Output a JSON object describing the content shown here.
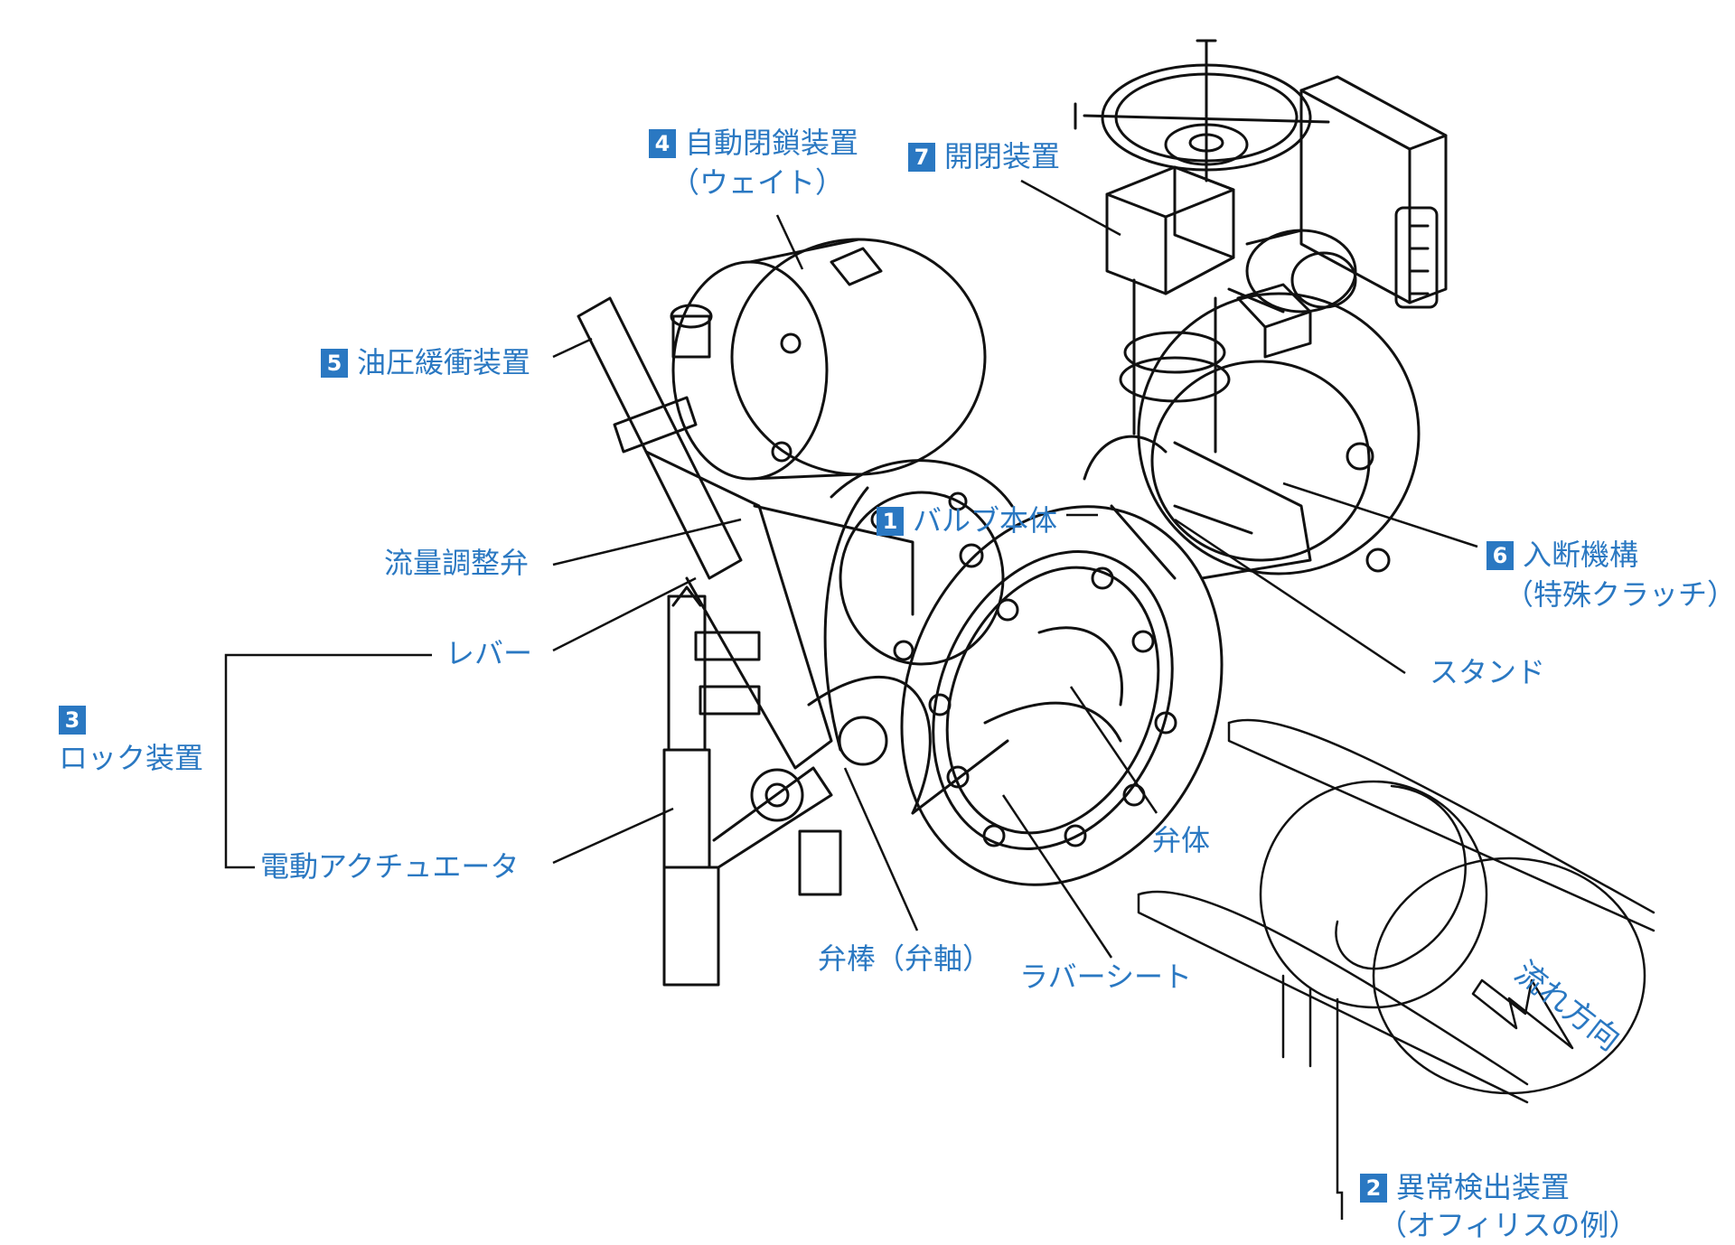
{
  "colors": {
    "label": "#2a78c2",
    "line": "#111111",
    "background": "#ffffff"
  },
  "labels": {
    "auto_close": {
      "num": "4",
      "text": "自動閉鎖装置",
      "sub": "（ウェイト）"
    },
    "open_close": {
      "num": "7",
      "text": "開閉装置"
    },
    "hydraulic": {
      "num": "5",
      "text": "油圧緩衝装置"
    },
    "valve_body": {
      "num": "1",
      "text": "バルブ本体"
    },
    "flow_valve": {
      "text": "流量調整弁"
    },
    "cutoff": {
      "num": "6",
      "text": "入断機構",
      "sub": "（特殊クラッチ）"
    },
    "lever": {
      "text": "レバー"
    },
    "stand": {
      "text": "スタンド"
    },
    "lock": {
      "num": "3",
      "text": "ロック装置"
    },
    "disc": {
      "text": "弁体"
    },
    "actuator": {
      "text": "電動アクチュエータ"
    },
    "stem": {
      "text": "弁棒（弁軸）"
    },
    "rubber_seat": {
      "text": "ラバーシート"
    },
    "flow_direction": {
      "text": "流れ方向"
    },
    "detector": {
      "num": "2",
      "text": "異常検出装置",
      "sub": "（オフィリスの例）"
    }
  }
}
